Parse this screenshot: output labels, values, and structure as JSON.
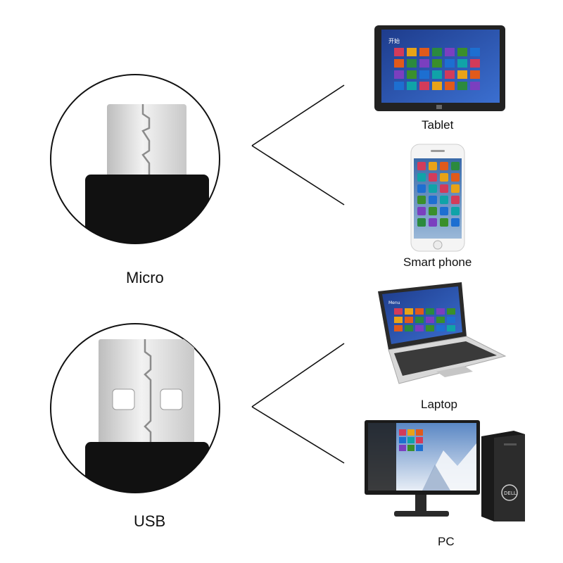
{
  "connectors": [
    {
      "label": "Micro"
    },
    {
      "label": "USB"
    }
  ],
  "devices": [
    {
      "label": "Tablet"
    },
    {
      "label": "Smart phone"
    },
    {
      "label": "Laptop"
    },
    {
      "label": "PC"
    }
  ],
  "tablet_screen": {
    "title": "开始"
  },
  "laptop_screen": {
    "title": "Menu"
  },
  "monitor_brand": "DELL",
  "colors": {
    "plug_metal": "#d9d9d9",
    "plug_body": "#111111",
    "tile_palette": [
      "#d23b5a",
      "#2b8a3e",
      "#1d6fd1",
      "#e8a317",
      "#7b3fbf",
      "#10a3a8",
      "#e05a1b",
      "#3a8f2b"
    ]
  }
}
